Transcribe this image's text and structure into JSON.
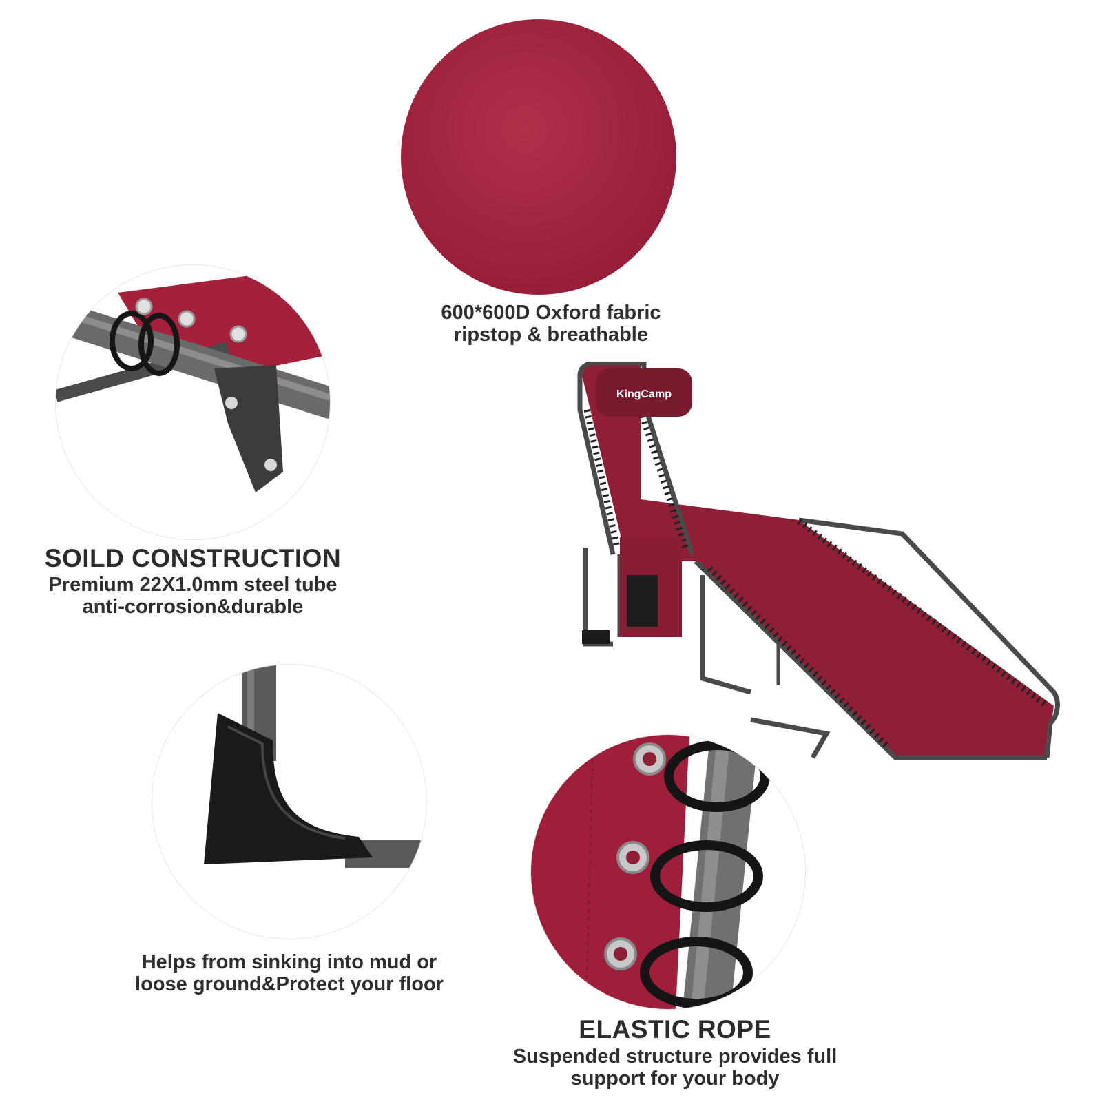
{
  "fabric": {
    "line1": "600*600D Oxford fabric",
    "line2": "ripstop & breathable",
    "color": "#a4213b"
  },
  "construction": {
    "title": "SOILD CONSTRUCTION",
    "line1": "Premium 22X1.0mm steel tube",
    "line2": "anti-corrosion&durable"
  },
  "foot": {
    "line1": "Helps from sinking into mud or",
    "line2": "loose ground&Protect your floor"
  },
  "rope": {
    "title": "ELASTIC ROPE",
    "line1": "Suspended structure provides full",
    "line2": "support for your body"
  },
  "product": {
    "brand": "KingCamp",
    "fabric_color": "#8e1f36",
    "frame_color": "#4a4a4a"
  }
}
